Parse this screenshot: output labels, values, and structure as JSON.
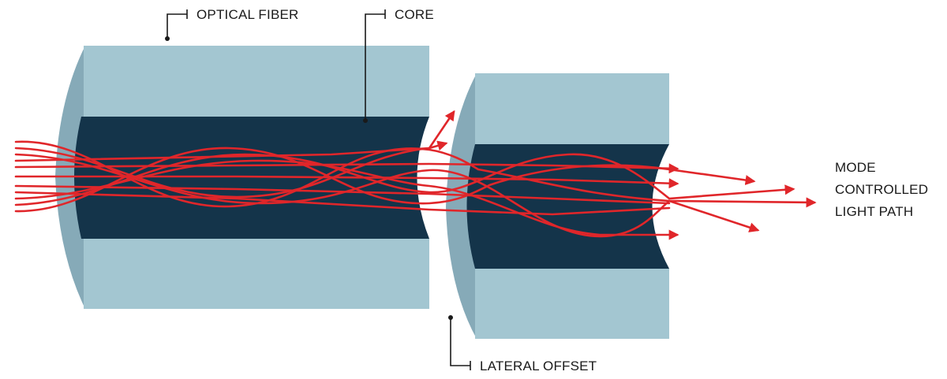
{
  "labels": {
    "optical_fiber": "OPTICAL FIBER",
    "core": "CORE",
    "lateral_offset": "LATERAL OFFSET",
    "mode_line1": "MODE",
    "mode_line2": "CONTROLLED",
    "mode_line3": "LIGHT PATH"
  },
  "colors": {
    "cladding": "#a3c6d1",
    "cladding_end": "#86aab8",
    "core": "#14344a",
    "ray": "#e0262a",
    "text": "#1a1a1a"
  }
}
